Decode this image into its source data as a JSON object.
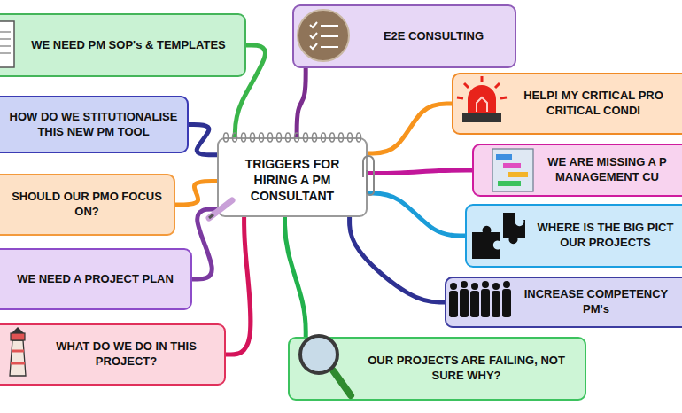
{
  "diagram": {
    "nodes": [
      {
        "text": [
          "TRIGGERS FOR HIRING A PM CONSULTANT"
        ]
      },
      {
        "text": [
          "WE NEED PM SOP's & TEMPLATES"
        ]
      },
      {
        "text": [
          "E2E CONSULTING"
        ]
      },
      {
        "text": [
          "HOW DO WE STITUTIONALISE THIS NEW PM TOOL"
        ]
      },
      {
        "text": [
          "HELP! MY CRITICAL PRO CRITICAL CONDI"
        ]
      },
      {
        "text": [
          "SHOULD OUR PMO FOCUS ON?"
        ]
      },
      {
        "text": [
          "WE ARE MISSING A P MANAGEMENT CU"
        ]
      },
      {
        "text": [
          "WE NEED A PROJECT PLAN"
        ]
      },
      {
        "text": [
          "WHERE IS THE BIG PICT OUR PROJECTS"
        ]
      },
      {
        "text": [
          "WHAT DO WE DO IN THIS PROJECT?"
        ]
      },
      {
        "text": [
          "INCREASE COMPETENCY PM's"
        ]
      },
      {
        "text": [
          "OUR PROJECTS ARE FAILING, NOT SURE WHY?"
        ]
      }
    ],
    "edges": [
      {
        "from": 0,
        "to": 1,
        "arrow": "none"
      },
      {
        "from": 0,
        "to": 2,
        "arrow": "none"
      },
      {
        "from": 0,
        "to": 3,
        "arrow": "none"
      },
      {
        "from": 0,
        "to": 4,
        "arrow": "none"
      },
      {
        "from": 0,
        "to": 5,
        "arrow": "none"
      },
      {
        "from": 0,
        "to": 6,
        "arrow": "none"
      },
      {
        "from": 0,
        "to": 7,
        "arrow": "none"
      },
      {
        "from": 0,
        "to": 8,
        "arrow": "none"
      },
      {
        "from": 0,
        "to": 9,
        "arrow": "none"
      },
      {
        "from": 0,
        "to": 10,
        "arrow": "none"
      },
      {
        "from": 0,
        "to": 11,
        "arrow": "none"
      }
    ]
  }
}
